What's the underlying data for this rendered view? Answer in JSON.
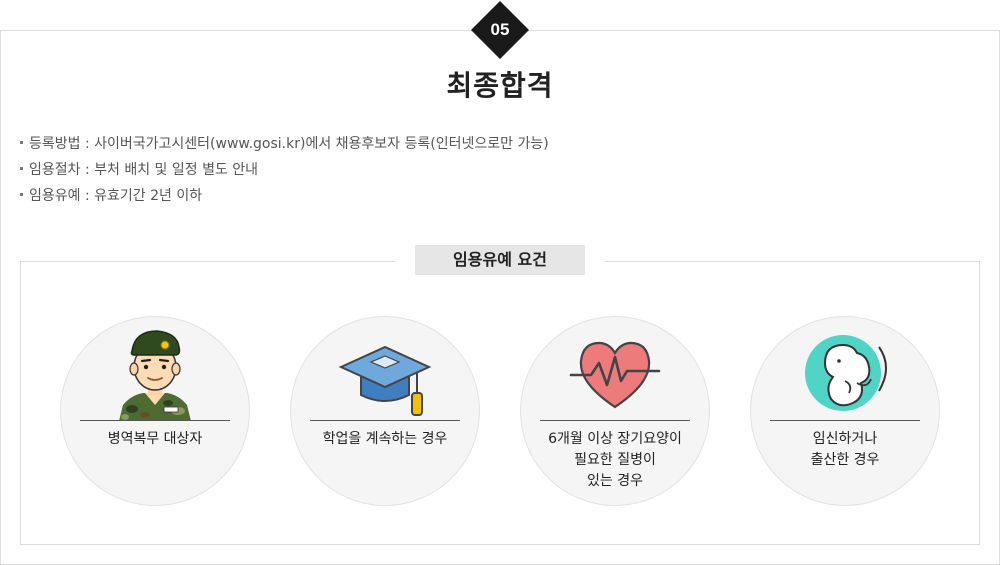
{
  "step": {
    "number": "05",
    "title": "최종합격"
  },
  "info_items": [
    {
      "text": "등록방법 : 사이버국가고시센터(www.gosi.kr)에서 채용후보자 등록(인터넷으로만 가능)"
    },
    {
      "text": "임용절차 : 부처 배치 및 일정 별도 안내"
    },
    {
      "text": "임용유예 : 유효기간 2년 이하"
    }
  ],
  "section": {
    "title": "임용유예 요건",
    "cards": [
      {
        "icon": "soldier-icon",
        "lines": [
          "병역복무 대상자"
        ]
      },
      {
        "icon": "graduation-cap-icon",
        "lines": [
          "학업을 계속하는 경우"
        ]
      },
      {
        "icon": "heart-pulse-icon",
        "lines": [
          "6개월 이상 장기요양이",
          "필요한 질병이",
          "있는 경우"
        ]
      },
      {
        "icon": "fetus-icon",
        "lines": [
          "임신하거나",
          "출산한 경우"
        ]
      }
    ]
  },
  "colors": {
    "badge": "#1a1a1a",
    "section_label_bg": "#e6e6e6",
    "card_bg": "#f5f5f5",
    "heart": "#ee7b7b",
    "fetus_bg": "#4fd4c6",
    "cap": "#5b9bd5",
    "tassel": "#f2c200"
  }
}
